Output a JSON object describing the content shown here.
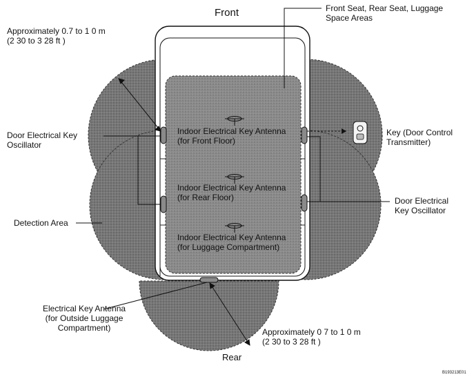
{
  "labels": {
    "front": "Front",
    "rear": "Rear",
    "approx_top": [
      "Approximately 0.7 to 1 0 m",
      "(2 30 to 3 28 ft )"
    ],
    "approx_bottom": [
      "Approximately 0 7 to 1 0 m",
      "(2 30 to 3 28 ft )"
    ],
    "front_seat_areas": [
      "Front Seat, Rear Seat, Luggage",
      "Space Areas"
    ],
    "door_osc_left": [
      "Door Electrical Key",
      "Oscillator"
    ],
    "door_osc_right": [
      "Door Electrical",
      "Key Oscillator"
    ],
    "key_transmitter": [
      "Key (Door Control",
      "Transmitter)"
    ],
    "detection_area": "Detection Area",
    "antenna_front": [
      "Indoor Electrical Key Antenna",
      "(for Front Floor)"
    ],
    "antenna_rear": [
      "Indoor Electrical Key Antenna",
      "(for Rear Floor)"
    ],
    "antenna_luggage": [
      "Indoor Electrical Key Antenna",
      "(for Luggage Compartment)"
    ],
    "antenna_outside": [
      "Electrical Key Antenna",
      "(for Outside Luggage",
      "Compartment)"
    ],
    "figure_code": "B193213E01"
  },
  "colors": {
    "zone_fill": "#6e6e6e",
    "interior_fill": "#8a8a8a",
    "line": "#111111",
    "background": "#ffffff"
  }
}
